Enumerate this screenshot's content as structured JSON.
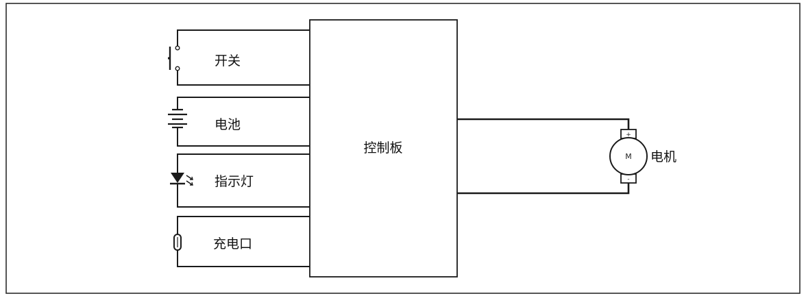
{
  "diagram": {
    "controller_label": "控制板",
    "components": {
      "switch": "开关",
      "battery": "电池",
      "indicator": "指示灯",
      "charge_port": "充电口",
      "motor": "电机"
    },
    "motor_symbol": "M",
    "motor_pos": "+",
    "motor_neg": "-"
  },
  "colors": {
    "line": "#1a1a1a",
    "background": "#ffffff",
    "text": "#111111"
  },
  "icons": {
    "switch": "push-switch-icon",
    "battery": "battery-icon",
    "indicator": "led-icon",
    "charge_port": "charge-port-icon",
    "motor": "motor-icon"
  }
}
